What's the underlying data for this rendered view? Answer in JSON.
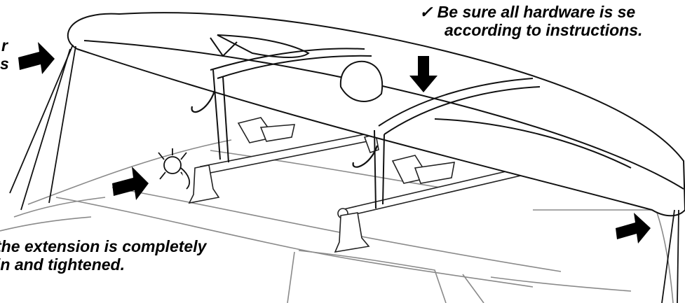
{
  "callouts": {
    "hardware": {
      "check_glyph": "✓",
      "line1": "Be sure all hardware is se",
      "line2": "according to instructions."
    },
    "extension": {
      "line1": "the extension is completely",
      "line2": "in and tightened."
    },
    "left_fragment": {
      "line1": "r",
      "line2": "s"
    }
  },
  "colors": {
    "ink": "#000000",
    "background": "#ffffff"
  },
  "icons": [
    "arrow-right-icon",
    "arrow-down-icon",
    "wing-nut-knob-icon",
    "strap-hook-icon"
  ]
}
